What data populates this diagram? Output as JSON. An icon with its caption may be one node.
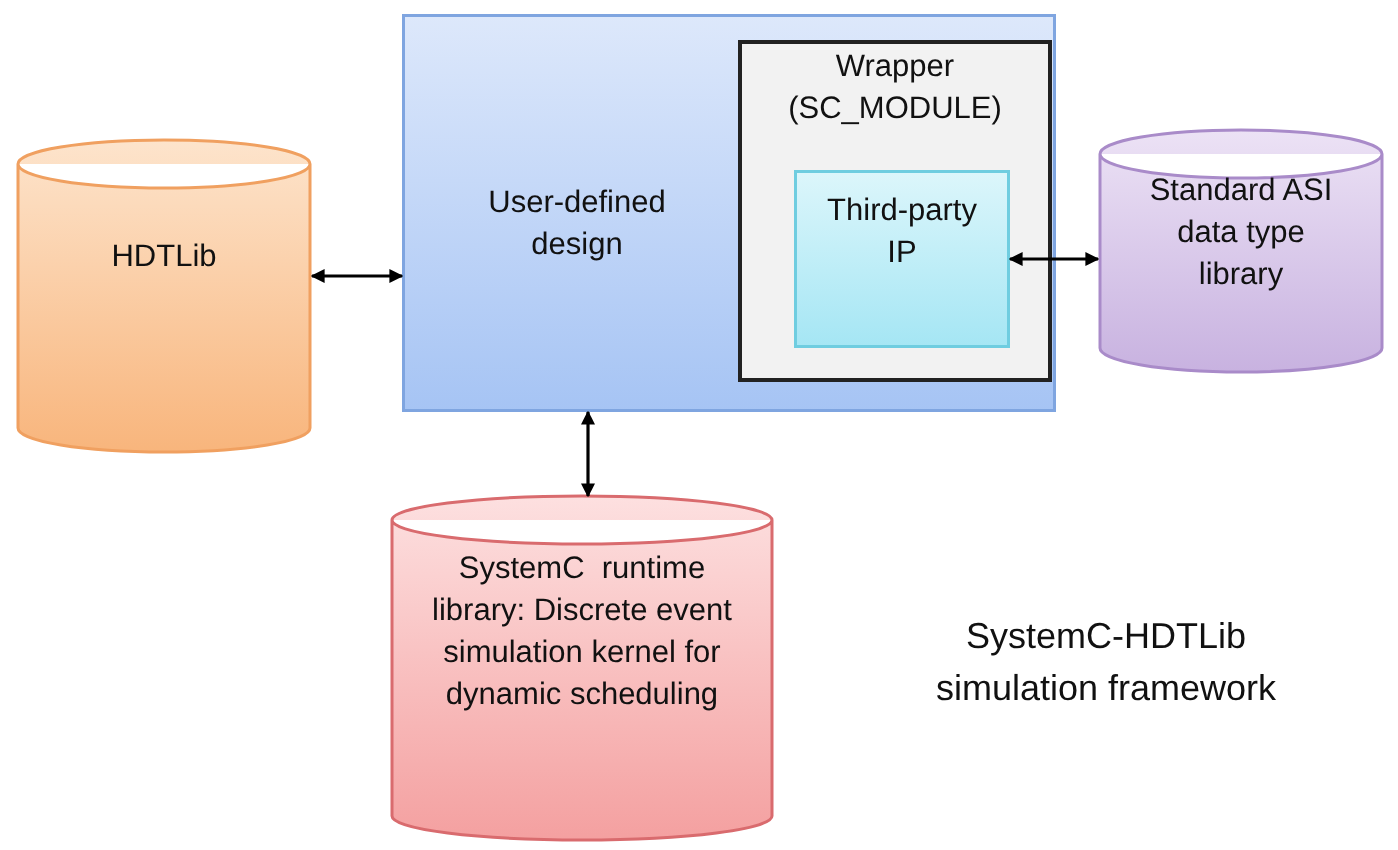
{
  "diagram": {
    "nodes": [
      {
        "text": [
          "HDTLib"
        ]
      },
      {
        "text": [
          "User-defined design"
        ]
      },
      {
        "text": [
          "Wrapper (SC_MODULE)"
        ],
        "in": 1
      },
      {
        "text": [
          "Third-party IP"
        ],
        "in": 2
      },
      {
        "text": [
          "Standard ASI data type library"
        ]
      },
      {
        "text": [
          "SystemC  runtime library: Discrete event simulation kernel for dynamic scheduling"
        ]
      }
    ],
    "edges": [
      {
        "from": 0,
        "to": 1,
        "arrow": "both"
      },
      {
        "from": 3,
        "to": 4,
        "arrow": "both"
      },
      {
        "from": 1,
        "to": 5,
        "arrow": "both"
      }
    ],
    "labels": [
      "SystemC-HDTLib simulation framework"
    ]
  }
}
